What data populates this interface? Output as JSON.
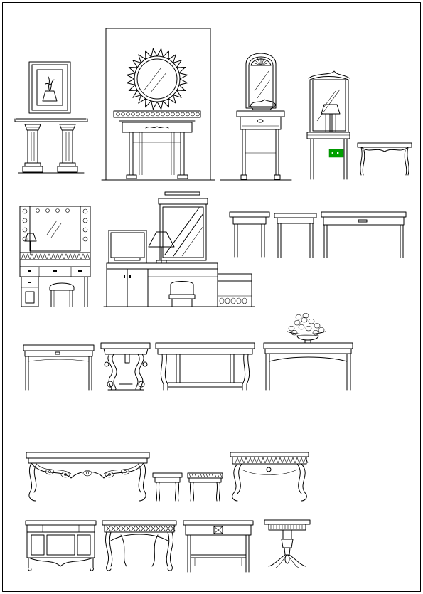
{
  "drawing": {
    "subject": "furniture-elevations",
    "line_color": "#000000",
    "background": "#ffffff",
    "accent": "#00a000"
  },
  "rows": [
    {
      "id": "row-1",
      "items": [
        "console-pillar-with-picture",
        "console-sunburst-mirror-alcove",
        "console-arched-mirror",
        "console-mirror-lamp",
        "side-table-cabriole"
      ]
    },
    {
      "id": "row-2",
      "items": [
        "vanity-bulb-mirror-stool",
        "tv-dresser-unit",
        "side-table-small",
        "side-table-square",
        "writing-desk-long"
      ]
    },
    {
      "id": "row-3",
      "items": [
        "writing-desk-drawer",
        "iron-scroll-console",
        "desk-cabriole-stretcher",
        "console-flower-bowl"
      ]
    },
    {
      "id": "row-4",
      "items": [
        "carved-console-large",
        "stool-left",
        "stool-right",
        "iron-console-scroll"
      ]
    },
    {
      "id": "row-5",
      "items": [
        "carved-cabinet-table",
        "carved-console-cabriole",
        "lattice-desk",
        "pedestal-table"
      ]
    }
  ]
}
